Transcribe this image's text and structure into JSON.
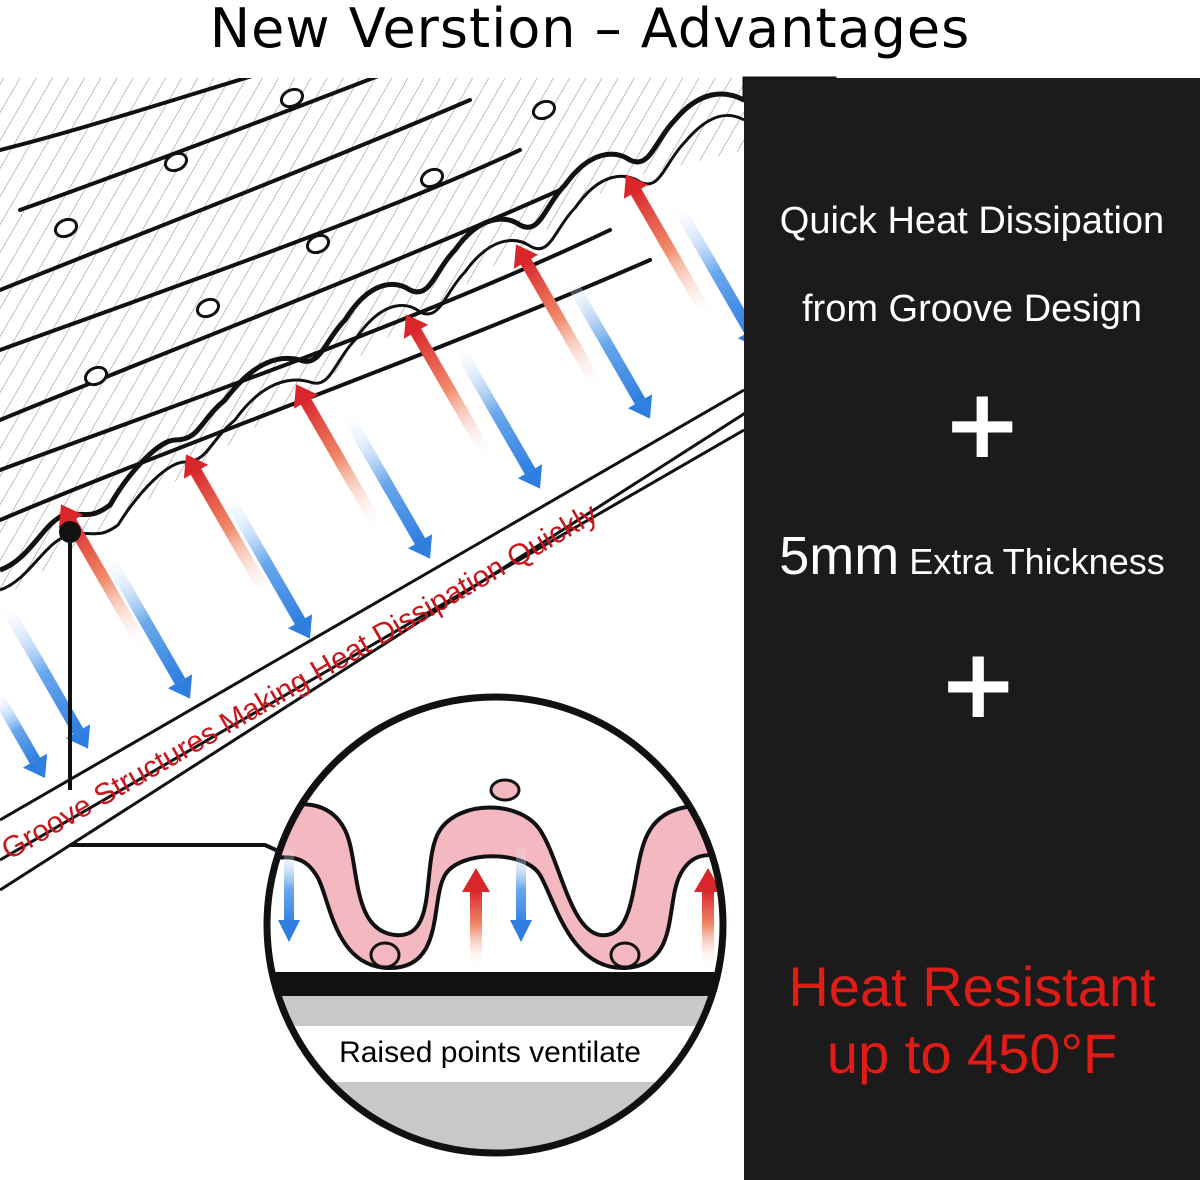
{
  "title": "New Verstion – Advantages",
  "panel": {
    "line1": "Quick Heat Dissipation",
    "line2": "from Groove Design",
    "plus1": "+",
    "thickness_value": "5mm",
    "thickness_label": "Extra Thickness",
    "plus2": "+",
    "heat_line1": "Heat Resistant",
    "heat_line2": "up to 450°F"
  },
  "diagram": {
    "banner_text": "Groove Structures Making Heat Dissipation Quickly",
    "zoom_caption": "Raised points ventilate"
  },
  "colors": {
    "panel_bg": "#1b1b1b",
    "heat_red": "#e11b15",
    "arrow_red": "#d9262b",
    "arrow_blue": "#2f7fe0",
    "groove_pink": "#f4b9c0",
    "base_grey": "#c8c8c8"
  },
  "icons": [
    "flame-icon",
    "plus-icon"
  ]
}
